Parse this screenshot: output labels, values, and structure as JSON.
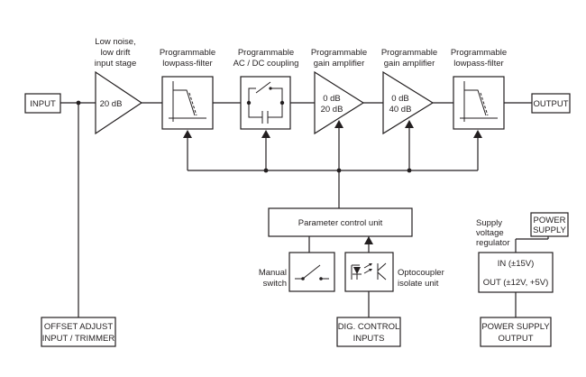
{
  "blocks": {
    "input": "INPUT",
    "output": "OUTPUT",
    "stage1": {
      "title": [
        "Low noise,",
        "low drift",
        "input stage"
      ],
      "gain": "20 dB"
    },
    "filter1": {
      "title": [
        "Programmable",
        "lowpass-filter"
      ]
    },
    "coupling": {
      "title": [
        "Programmable",
        "AC / DC coupling"
      ]
    },
    "amp1": {
      "title": [
        "Programmable",
        "gain amplifier"
      ],
      "gains": [
        "0 dB",
        "20 dB"
      ]
    },
    "amp2": {
      "title": [
        "Programmable",
        "gain amplifier"
      ],
      "gains": [
        "0 dB",
        "40 dB"
      ]
    },
    "filter2": {
      "title": [
        "Programmable",
        "lowpass-filter"
      ]
    },
    "param_unit": "Parameter control unit",
    "manual_switch": [
      "Manual",
      "switch"
    ],
    "optocoupler": [
      "Optocoupler",
      "isolate unit"
    ],
    "dig_control": [
      "DIG. CONTROL",
      "INPUTS"
    ],
    "offset_adjust": [
      "OFFSET ADJUST",
      "INPUT / TRIMMER"
    ],
    "regulator": {
      "title": [
        "Supply",
        "voltage",
        "regulator"
      ],
      "in": "IN (±15V)",
      "out": "OUT (±12V, +5V)"
    },
    "power_supply": [
      "POWER",
      "SUPPLY"
    ],
    "power_supply_output": [
      "POWER SUPPLY",
      "OUTPUT"
    ]
  }
}
